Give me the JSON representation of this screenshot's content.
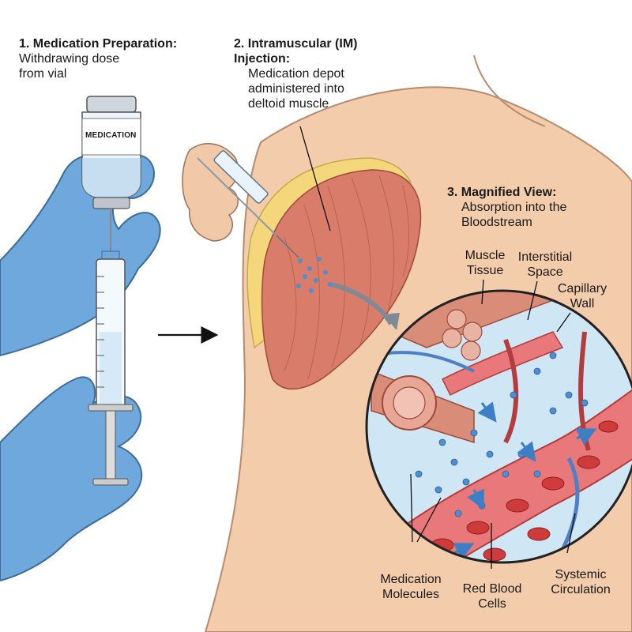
{
  "steps": [
    {
      "heading": "1. Medication Preparation:",
      "lines": [
        "Withdrawing dose",
        "from vial"
      ]
    },
    {
      "heading_lines": [
        "2. Intramuscular (IM)",
        "Injection:"
      ],
      "lines": [
        "Medication depot",
        "administered into",
        "deltoid muscle"
      ]
    },
    {
      "heading": "3. Magnified View:",
      "lines": [
        "Absorption into the",
        "Bloodstream"
      ]
    }
  ],
  "vial_label": "MEDICATION",
  "callouts": {
    "muscle_tissue": [
      "Muscle",
      "Tissue"
    ],
    "interstitial_space": [
      "Interstitial",
      "Space"
    ],
    "capillary_wall": [
      "Capillary",
      "Wall"
    ],
    "medication_molecules": [
      "Medication",
      "Molecules"
    ],
    "red_blood_cells": [
      "Red Blood",
      "Cells"
    ],
    "systemic_circulation": [
      "Systemic",
      "Circulation"
    ]
  },
  "colors": {
    "glove": "#6fa8dc",
    "skin": "#f2c9a8",
    "muscle": "#d97c6a",
    "fat": "#f3d77a",
    "vessel": "#d9534f",
    "molecule": "#4f8fd1",
    "interstitial": "#cfe6f5"
  }
}
